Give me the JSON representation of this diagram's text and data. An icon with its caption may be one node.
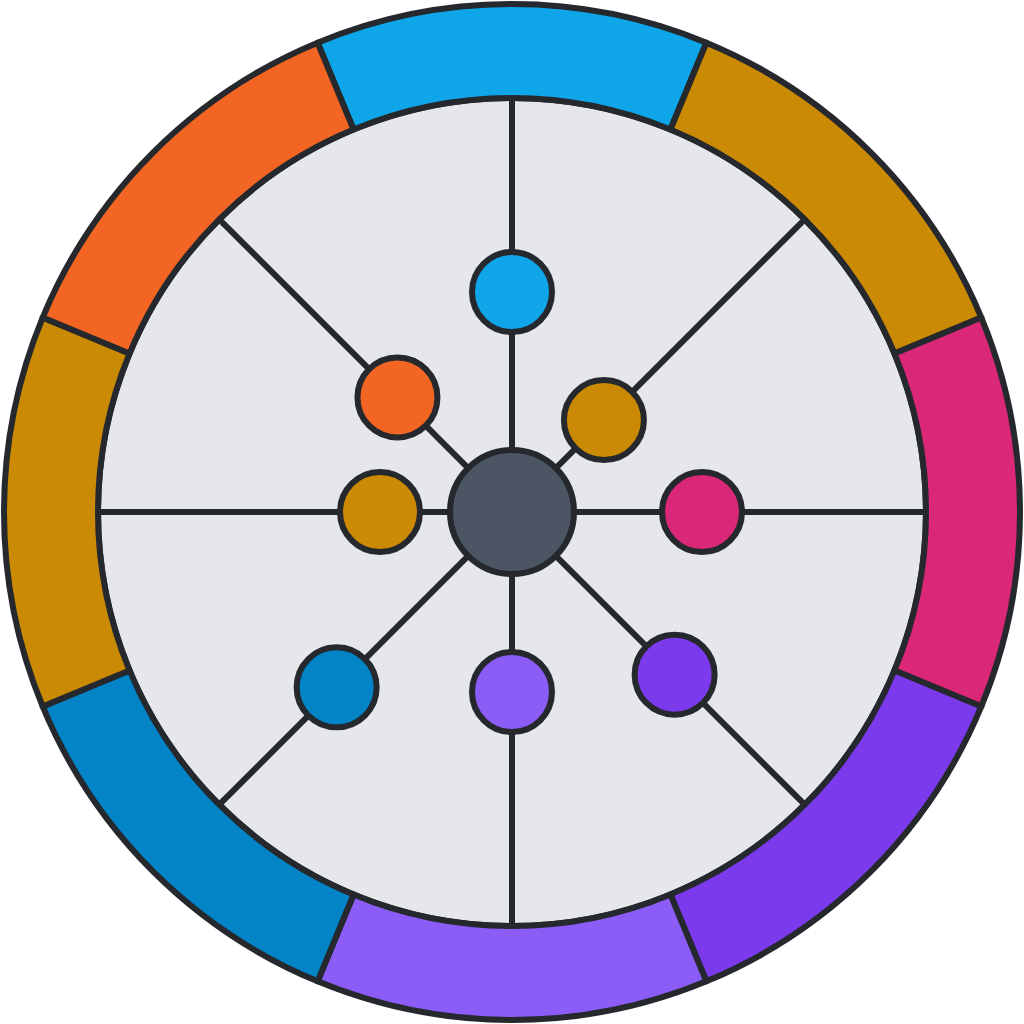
{
  "diagram": {
    "nodes": [
      {
        "text": [],
        "shape": "band"
      },
      {
        "text": [],
        "shape": "band"
      },
      {
        "text": [],
        "shape": "band"
      },
      {
        "text": [],
        "shape": "band"
      },
      {
        "text": [],
        "shape": "band"
      },
      {
        "text": [],
        "shape": "band"
      },
      {
        "text": [],
        "shape": "band"
      },
      {
        "text": [],
        "shape": "band"
      },
      {
        "text": [],
        "shape": "circle"
      },
      {
        "text": [],
        "shape": "circle"
      },
      {
        "text": [],
        "shape": "circle"
      },
      {
        "text": [],
        "shape": "circle"
      },
      {
        "text": [],
        "shape": "circle"
      },
      {
        "text": [],
        "shape": "circle"
      },
      {
        "text": [],
        "shape": "circle"
      },
      {
        "text": [],
        "shape": "circle"
      },
      {
        "text": [],
        "shape": "circle"
      }
    ],
    "edges": [
      {
        "from": 8,
        "to": 9,
        "arrow": "none"
      },
      {
        "from": 9,
        "to": 0,
        "arrow": "none"
      },
      {
        "from": 8,
        "to": 10,
        "arrow": "none"
      },
      {
        "from": 10,
        "to": 1,
        "arrow": "none"
      },
      {
        "from": 8,
        "to": 11,
        "arrow": "none"
      },
      {
        "from": 11,
        "to": 2,
        "arrow": "none"
      },
      {
        "from": 8,
        "to": 12,
        "arrow": "none"
      },
      {
        "from": 12,
        "to": 3,
        "arrow": "none"
      },
      {
        "from": 8,
        "to": 13,
        "arrow": "none"
      },
      {
        "from": 13,
        "to": 4,
        "arrow": "none"
      },
      {
        "from": 8,
        "to": 14,
        "arrow": "none"
      },
      {
        "from": 14,
        "to": 5,
        "arrow": "none"
      },
      {
        "from": 8,
        "to": 15,
        "arrow": "none"
      },
      {
        "from": 15,
        "to": 6,
        "arrow": "none"
      },
      {
        "from": 8,
        "to": 16,
        "arrow": "none"
      },
      {
        "from": 16,
        "to": 7,
        "arrow": "none"
      }
    ]
  }
}
